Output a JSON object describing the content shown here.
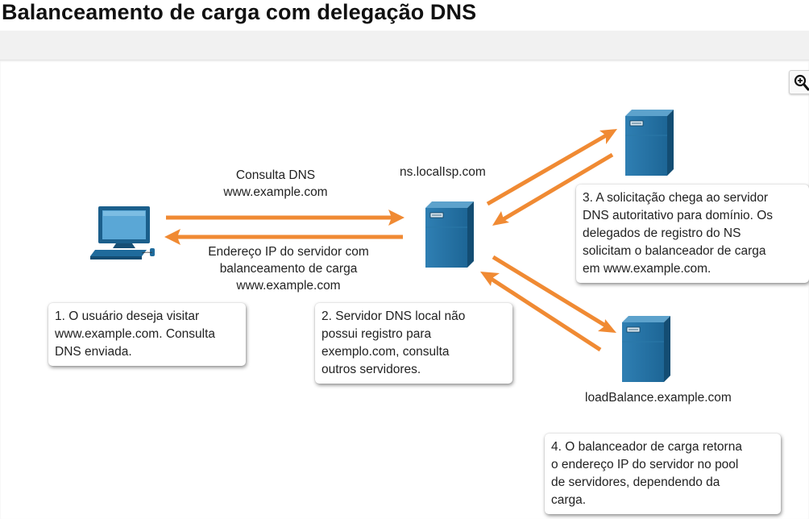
{
  "title": "Balanceamento de carga com delegação DNS",
  "colors": {
    "arrow": "#f08a33",
    "server": "#1f6b9c",
    "background": "#ffffff"
  },
  "labels": {
    "query": [
      "Consulta DNS",
      "www.example.com"
    ],
    "response": [
      "Endereço IP do servidor com",
      "balanceamento de carga",
      "www.example.com"
    ],
    "local_dns": "ns.localIsp.com",
    "load_balancer": "loadBalance.example.com"
  },
  "steps": [
    "1. O usuário deseja visitar\nwww.example.com. Consulta\nDNS enviada.",
    "2. Servidor DNS local não\npossui registro para\nexemplo.com, consulta\noutros servidores.",
    "3. A solicitação chega ao servidor\nDNS autoritativo para domínio. Os\ndelegados de registro do NS\nsolicitam o balanceador de carga\nem www.example.com.",
    "4. O balanceador de carga retorna\no endereço IP do servidor no pool\nde servidores, dependendo da\ncarga."
  ],
  "icons": [
    "zoom-in-icon",
    "computer-icon",
    "server-icon"
  ]
}
